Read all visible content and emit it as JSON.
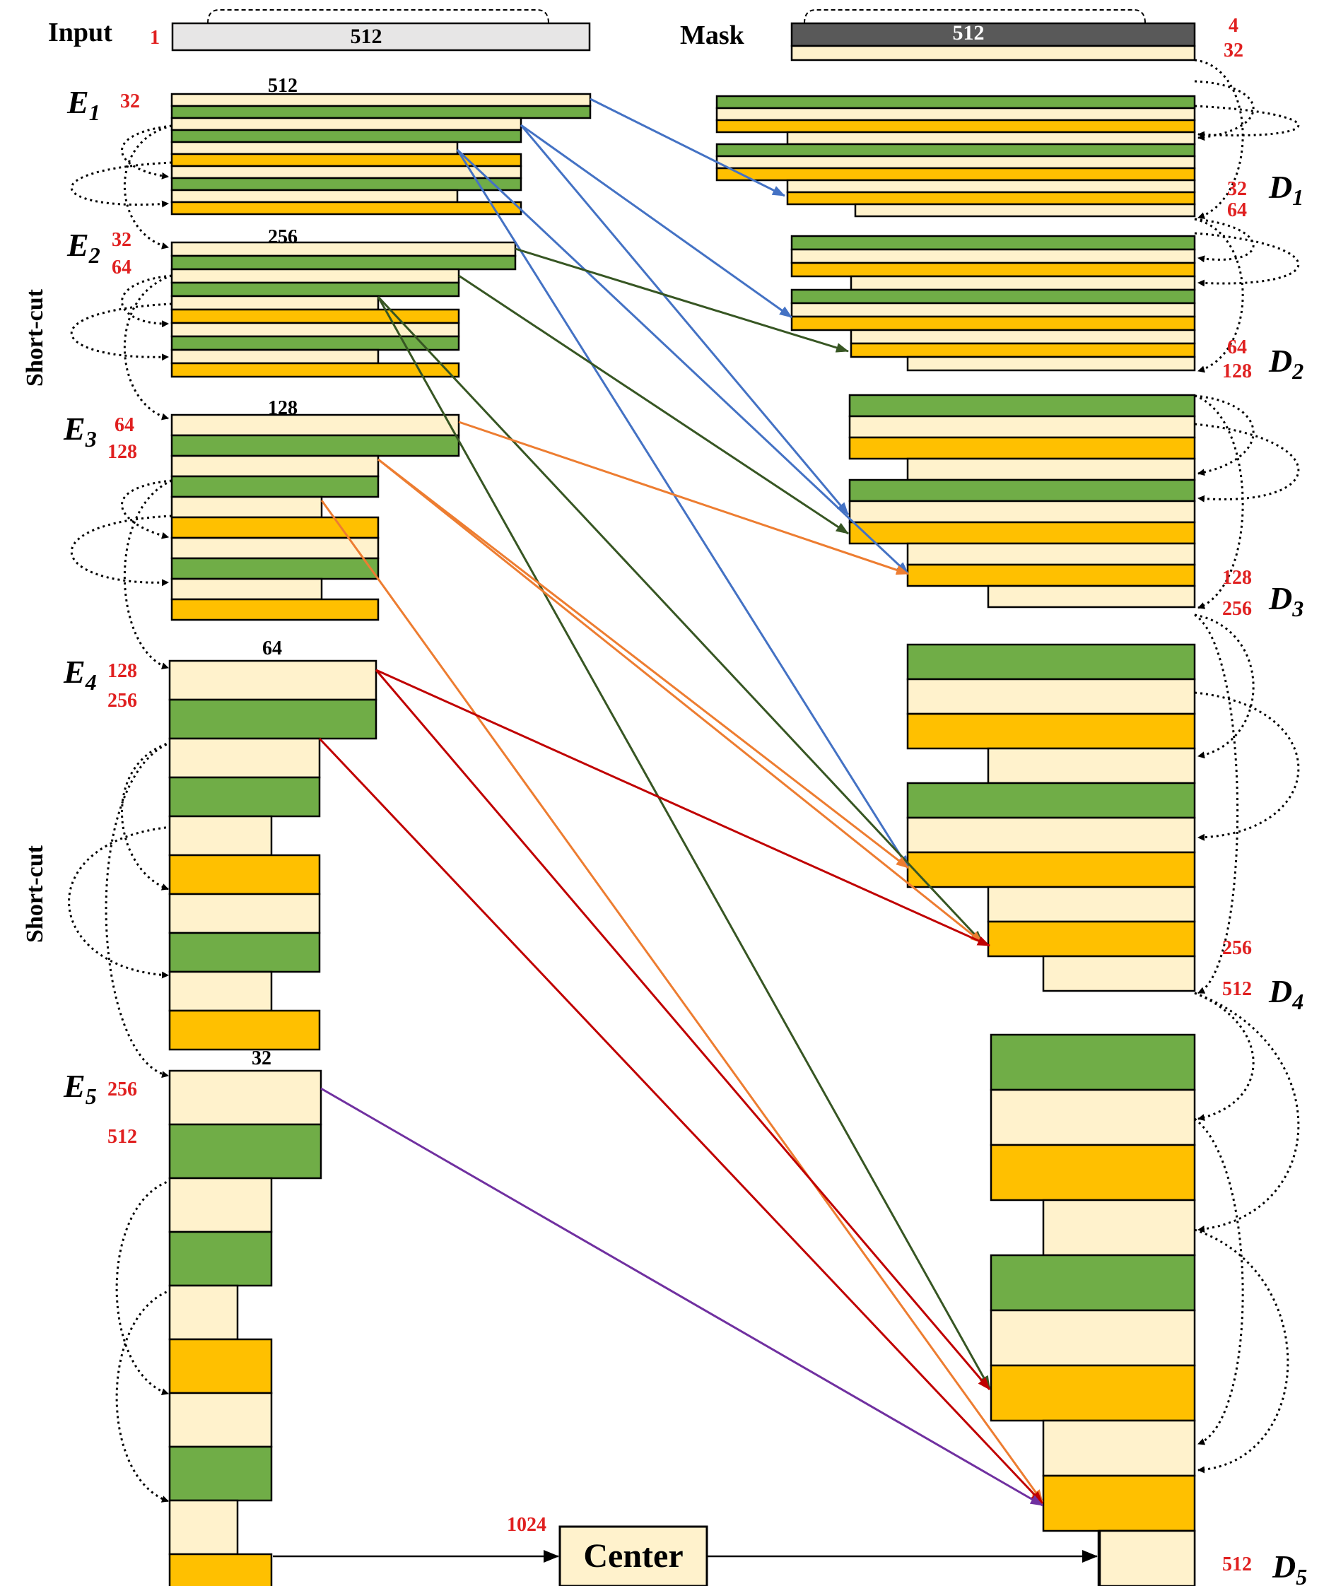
{
  "colors": {
    "green": "#70AD47",
    "cream": "#FFF2CC",
    "orange": "#FFC000",
    "input_gray": "#E7E6E6",
    "mask_dark": "#595959",
    "red_text": "#E02020",
    "blue_arrow": "#4472C4",
    "darkgreen_arrow": "#375623",
    "orange_arrow": "#ED7D31",
    "red_arrow": "#C00000",
    "purple_arrow": "#7030A0"
  },
  "top": {
    "input_label": "Input",
    "input_channels": "1",
    "input_size": "512",
    "mask_label": "Mask",
    "mask_size": "512",
    "mask_ch_a": "4",
    "mask_ch_b": "32"
  },
  "encoders": [
    {
      "letter": "E",
      "sub": "1",
      "size": "512",
      "ch_in": "32",
      "ch_out": ""
    },
    {
      "letter": "E",
      "sub": "2",
      "size": "256",
      "ch_in": "32",
      "ch_out": "64"
    },
    {
      "letter": "E",
      "sub": "3",
      "size": "128",
      "ch_in": "64",
      "ch_out": "128"
    },
    {
      "letter": "E",
      "sub": "4",
      "size": "64",
      "ch_in": "128",
      "ch_out": "256"
    },
    {
      "letter": "E",
      "sub": "5",
      "size": "32",
      "ch_in": "256",
      "ch_out": "512"
    }
  ],
  "decoders": [
    {
      "letter": "D",
      "sub": "1",
      "ch_a": "32",
      "ch_b": "64"
    },
    {
      "letter": "D",
      "sub": "2",
      "ch_a": "64",
      "ch_b": "128"
    },
    {
      "letter": "D",
      "sub": "3",
      "ch_a": "128",
      "ch_b": "256"
    },
    {
      "letter": "D",
      "sub": "4",
      "ch_a": "256",
      "ch_b": "512"
    },
    {
      "letter": "D",
      "sub": "5",
      "ch_a": "512",
      "ch_b": ""
    }
  ],
  "shortcut_label": "Short-cut",
  "center": {
    "label": "Center",
    "channels": "1024"
  }
}
